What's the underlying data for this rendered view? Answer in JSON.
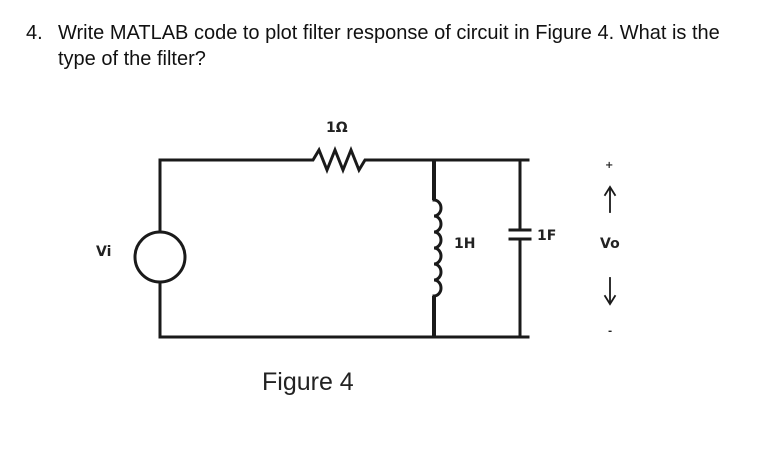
{
  "question": {
    "number": "4.",
    "text": "Write MATLAB code to plot filter response of circuit in Figure 4. What is the type of the filter?"
  },
  "figure": {
    "resistor_label": "1Ω",
    "inductor_label": "1H",
    "capacitor_label": "1F",
    "source_label": "Vi",
    "output_label": "Vo",
    "plus_sign": "+",
    "minus_sign": "-",
    "caption": "Figure 4"
  }
}
